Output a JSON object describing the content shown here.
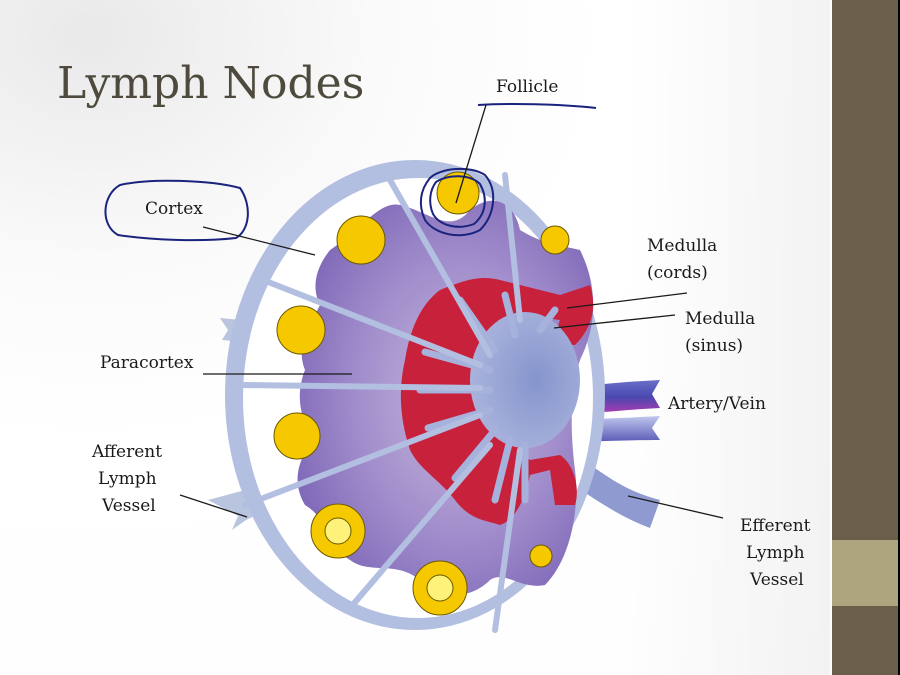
{
  "slide": {
    "title": "Lymph Nodes",
    "theme_colors": {
      "sidebar": "#6b5f4c",
      "sidebar_accent": "#aea57e",
      "title_text": "#4e4b3e"
    }
  },
  "diagram": {
    "subject": "Lymph node cross-section",
    "colors": {
      "capsule": "#aab8dc",
      "paracortex": "#9b86c4",
      "medulla_cords": "#c41e3a",
      "medulla_sinus": "#8e9fd0",
      "follicle": "#f5c800",
      "germinal_center": "#fff27a",
      "annotation_ink": "#1a237e"
    },
    "labels": {
      "follicle": "Follicle",
      "cortex": "Cortex",
      "medulla_cords_1": "Medulla",
      "medulla_cords_2": "(cords)",
      "medulla_sinus_1": "Medulla",
      "medulla_sinus_2": "(sinus)",
      "paracortex": "Paracortex",
      "artery_vein": "Artery/Vein",
      "afferent_1": "Afferent",
      "afferent_2": "Lymph",
      "afferent_3": "Vessel",
      "efferent_1": "Efferent",
      "efferent_2": "Lymph",
      "efferent_3": "Vessel"
    }
  }
}
